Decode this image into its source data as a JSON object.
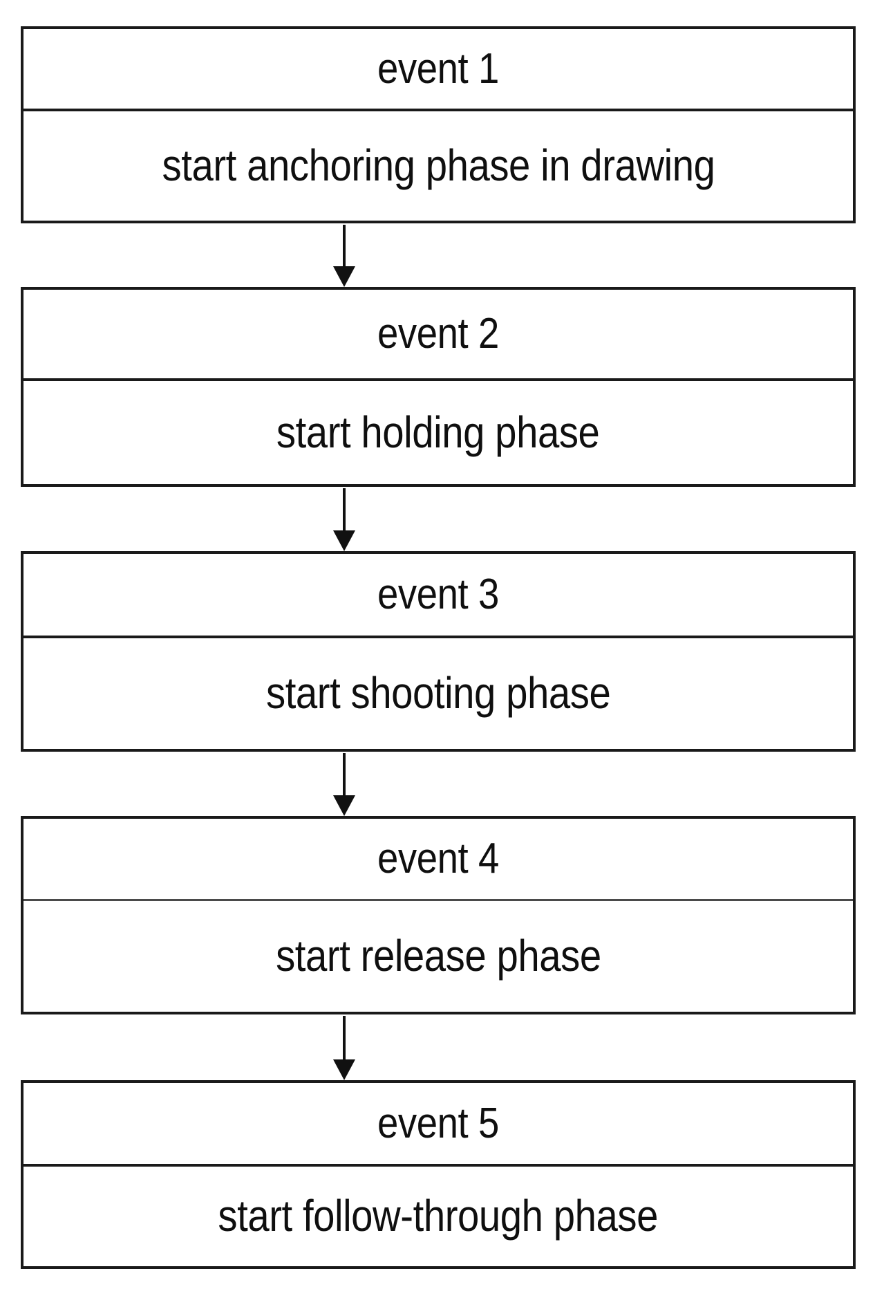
{
  "diagram": {
    "type": "flowchart",
    "orientation": "vertical",
    "title": "",
    "colors": {
      "background": "#ffffff",
      "border": "#1a1a1a",
      "text": "#0f0f0f",
      "arrow": "#111111"
    },
    "nodes": [
      {
        "id": "event-1",
        "title": "event 1",
        "description": "start anchoring phase in drawing"
      },
      {
        "id": "event-2",
        "title": "event 2",
        "description": "start holding phase"
      },
      {
        "id": "event-3",
        "title": "event 3",
        "description": "start shooting phase"
      },
      {
        "id": "event-4",
        "title": "event 4",
        "description": "start release phase"
      },
      {
        "id": "event-5",
        "title": "event 5",
        "description": "start follow-through phase"
      }
    ],
    "connectors": [
      {
        "id": "arrow-1",
        "from": "event-1",
        "to": "event-2",
        "icon": "arrow-down-icon"
      },
      {
        "id": "arrow-2",
        "from": "event-2",
        "to": "event-3",
        "icon": "arrow-down-icon"
      },
      {
        "id": "arrow-3",
        "from": "event-3",
        "to": "event-4",
        "icon": "arrow-down-icon"
      },
      {
        "id": "arrow-4",
        "from": "event-4",
        "to": "event-5",
        "icon": "arrow-down-icon"
      }
    ]
  }
}
